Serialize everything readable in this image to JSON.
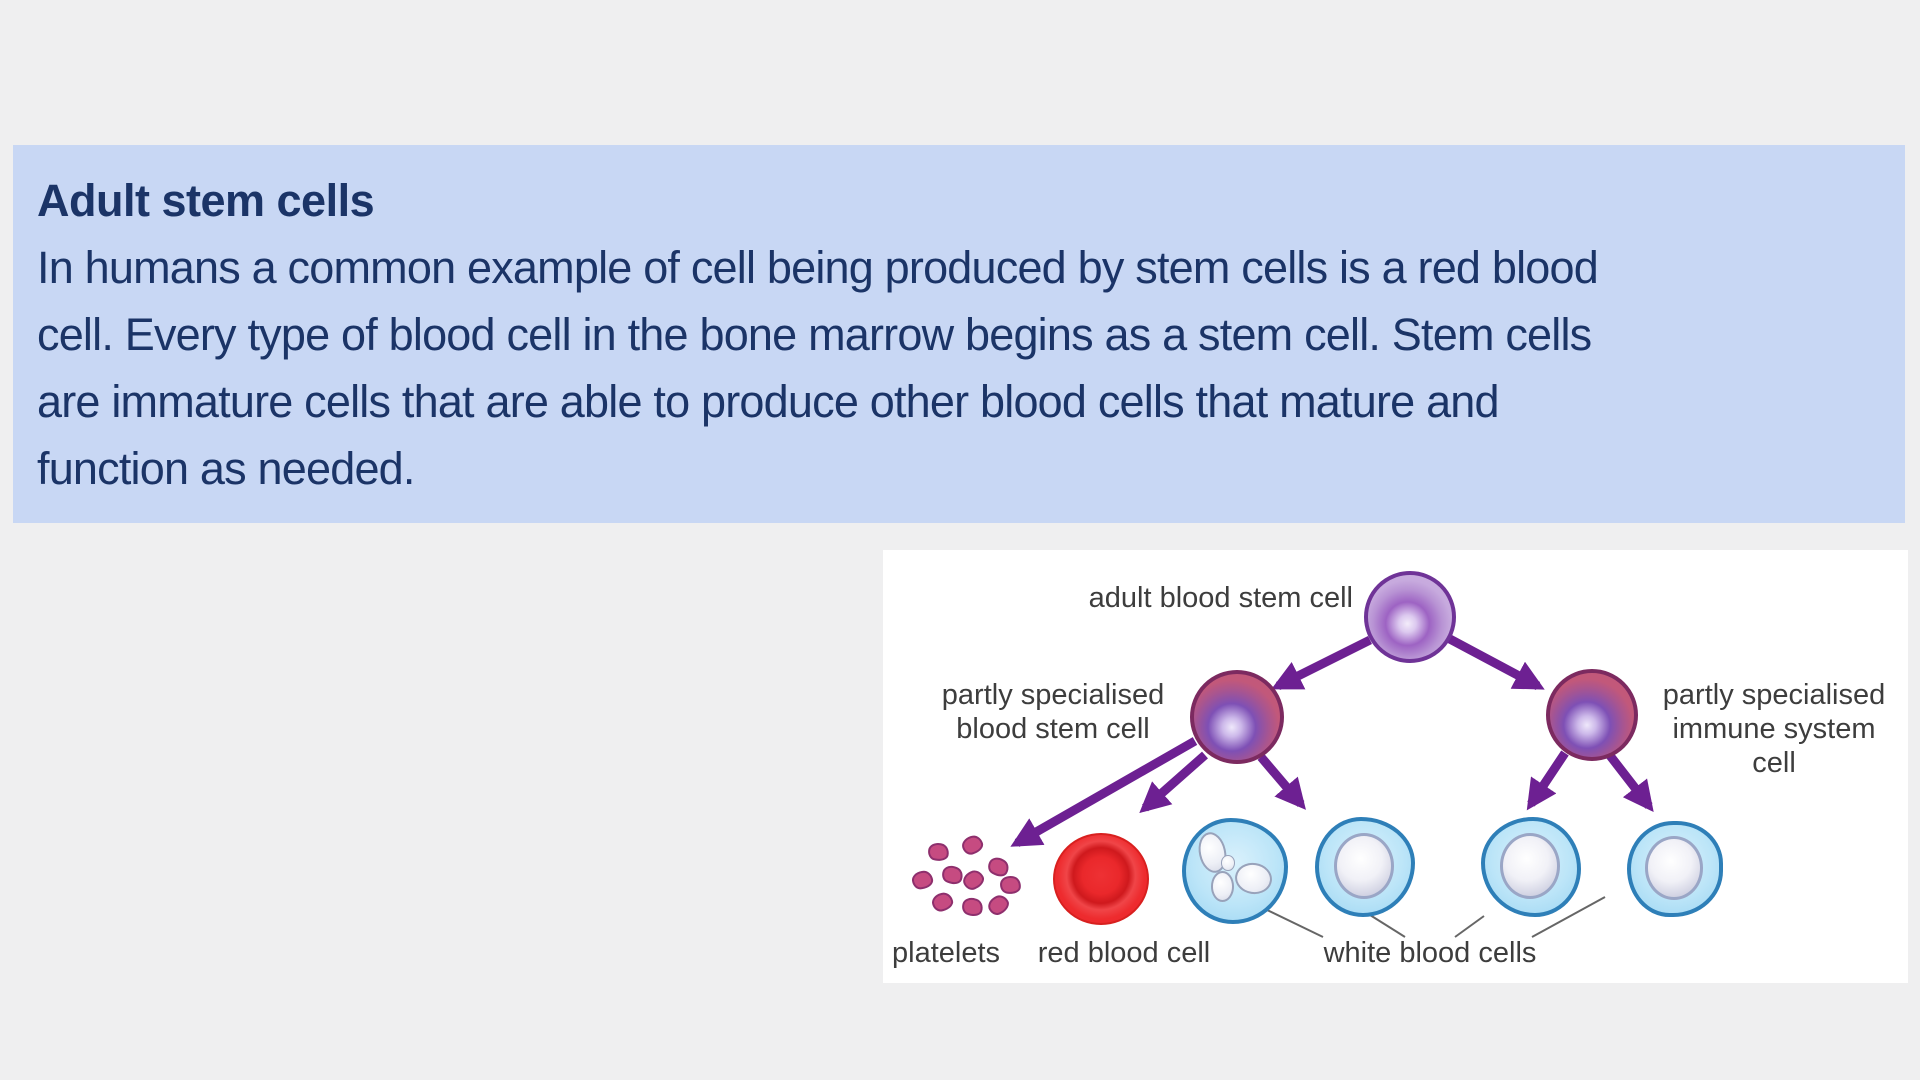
{
  "page": {
    "background": "#efeff0"
  },
  "textbox": {
    "background": "#c8d7f4",
    "text_color": "#1b3467",
    "heading": "Adult stem cells",
    "body_lines": [
      "In humans a common example of cell being produced by stem cells is a red blood",
      "cell. Every type of blood cell in the bone marrow begins as a stem cell. Stem cells",
      "are immature cells that are able to produce other blood cells that mature and",
      "function as needed."
    ]
  },
  "diagram": {
    "background": "#ffffff",
    "labels": {
      "adult_stem_cell": "adult blood stem cell",
      "partly_blood_line1": "partly specialised",
      "partly_blood_line2": "blood stem cell",
      "partly_immune_line1": "partly specialised",
      "partly_immune_line2": "immune system",
      "partly_immune_line3": "cell",
      "platelets": "platelets",
      "red_blood_cell": "red blood cell",
      "white_blood_cells": "white blood cells"
    },
    "colors": {
      "arrow_purple": "#6d2092",
      "stem_cell_body": "#c7aade",
      "stem_cell_outline": "#6f3397",
      "partly_cell_body": "#c2587a",
      "partly_cell_outline": "#7c2a60",
      "platelet_fill": "#c64b81",
      "platelet_outline": "#8e2f6d",
      "red_cell": "#ee2b2e",
      "white_cell_body": "#bce5f8",
      "white_cell_outline": "#2e7fb8",
      "label_text": "#3d3d3d",
      "leader_line": "#666666"
    }
  }
}
